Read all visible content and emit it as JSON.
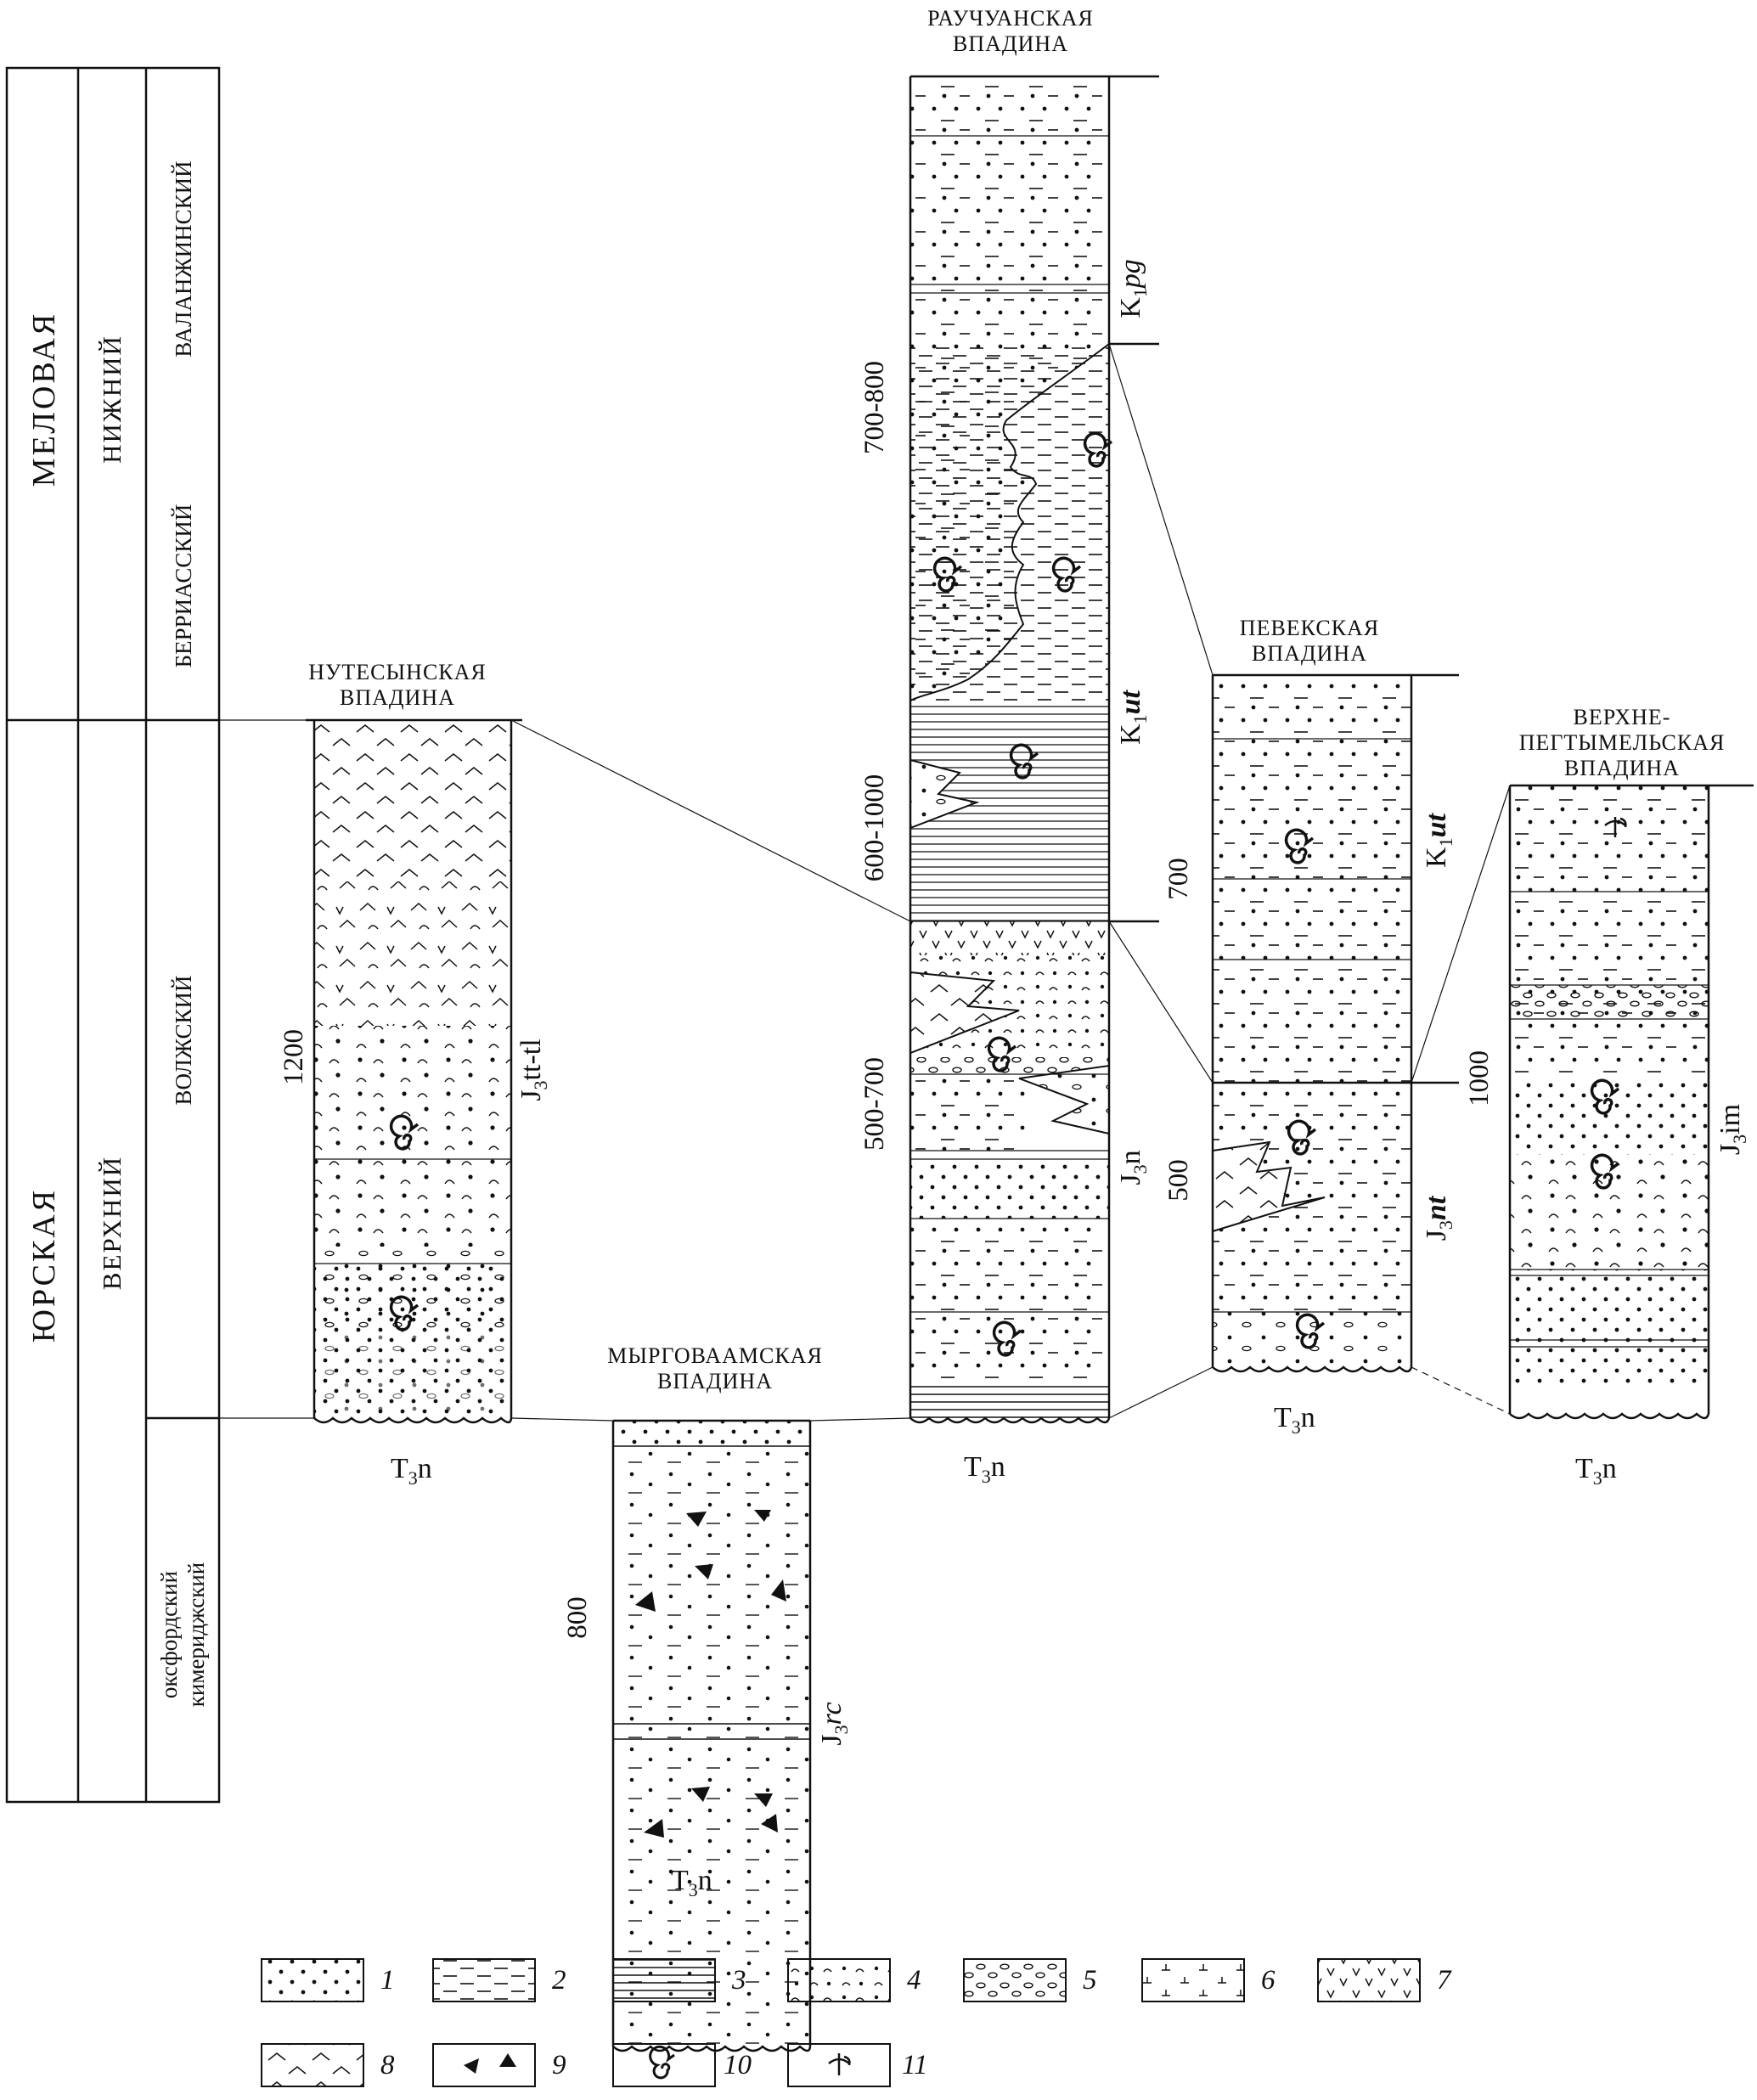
{
  "strat_scale": {
    "systems": [
      "МЕЛОВАЯ",
      "ЮРСКАЯ"
    ],
    "series": [
      "НИЖНИЙ",
      "ВЕРХНИЙ"
    ],
    "stages": [
      "ВАЛАНЖИНСКИЙ",
      "БЕРРИАССКИЙ",
      "ВОЛЖСКИЙ",
      "оксфордский",
      "кимериджский"
    ]
  },
  "columns": {
    "nutesyn": {
      "title1": "НУТЕСЫНСКАЯ",
      "title2": "ВПАДИНА",
      "thickness": "1200",
      "unit_base": "J",
      "unit_sub": "3",
      "unit_rest": "tt-tl",
      "base_base": "T",
      "base_sub": "3",
      "base_rest": "n"
    },
    "myrgovaam": {
      "title1": "МЫРГОВААМСКАЯ",
      "title2": "ВПАДИНА",
      "thickness": "800",
      "unit_base": "J",
      "unit_sub": "3",
      "unit_rest": "rc",
      "base_base": "T",
      "base_sub": "3",
      "base_rest": "n"
    },
    "rauchuan": {
      "title1": "РАУЧУАНСКАЯ",
      "title2": "ВПАДИНА",
      "thickness_top": "700-800",
      "thickness_mid": "600-1000",
      "thickness_low": "500-700",
      "unit_top_base": "K",
      "unit_top_sub": "1",
      "unit_top_rest": "pg",
      "unit_mid_base": "K",
      "unit_mid_sub": "1",
      "unit_mid_rest": "ut",
      "unit_low_base": "J",
      "unit_low_sub": "3",
      "unit_low_rest": "n",
      "base_base": "T",
      "base_sub": "3",
      "base_rest": "n"
    },
    "pevek": {
      "title1": "ПЕВЕКСКАЯ",
      "title2": "ВПАДИНА",
      "thickness_top": "700",
      "thickness_low": "500",
      "unit_top_base": "K",
      "unit_top_sub": "1",
      "unit_top_rest": "ut",
      "unit_low_base": "J",
      "unit_low_sub": "3",
      "unit_low_rest": "nt",
      "base_base": "T",
      "base_sub": "3",
      "base_rest": "n"
    },
    "verkhnepegtym": {
      "title1": "ВЕРХНЕ-",
      "title2": "ПЕГТЫМЕЛЬСКАЯ",
      "title3": "ВПАДИНА",
      "thickness": "1000",
      "unit_base": "J",
      "unit_sub": "3",
      "unit_rest": "im",
      "base_base": "T",
      "base_sub": "3",
      "base_rest": "n"
    }
  },
  "legend": [
    "1",
    "2",
    "3",
    "4",
    "5",
    "6",
    "7",
    "8",
    "9",
    "10",
    "11"
  ]
}
